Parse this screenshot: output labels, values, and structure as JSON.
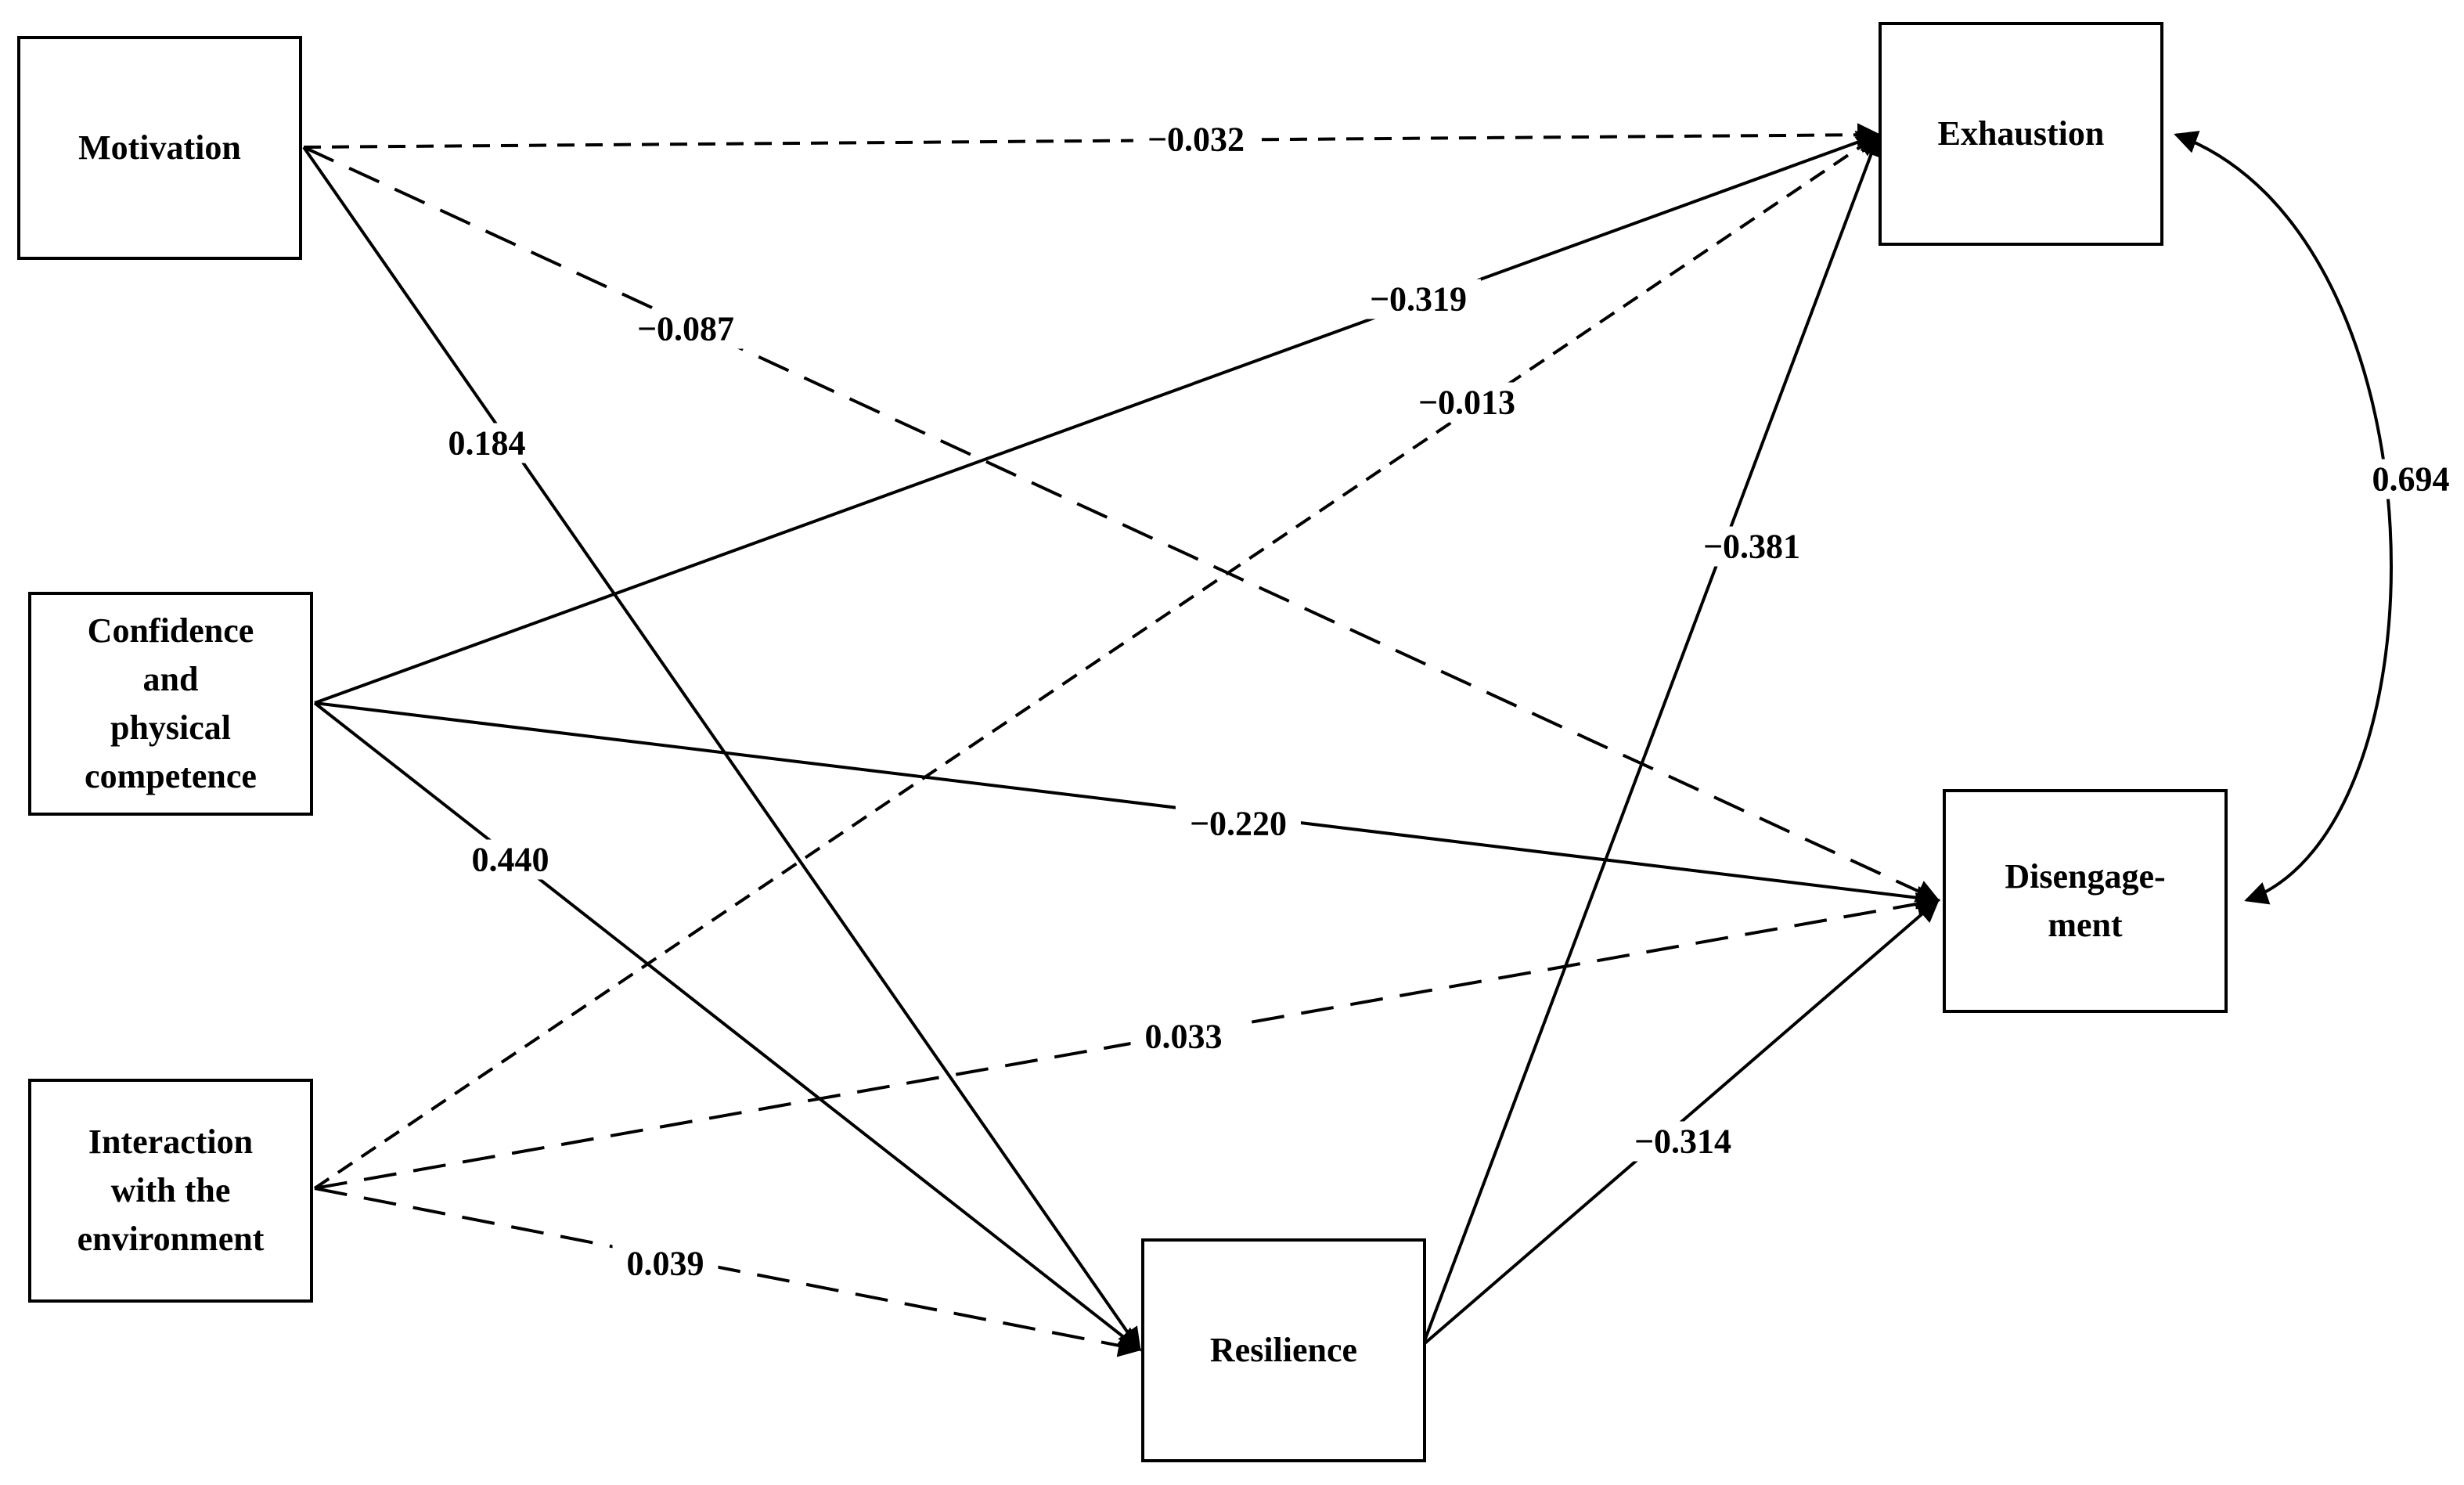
{
  "nodes": {
    "motivation": {
      "label": "Motivation"
    },
    "confidence": {
      "label": "Confidence\nand\nphysical\ncompetence"
    },
    "interaction": {
      "label": "Interaction\nwith the\nenvironment"
    },
    "resilience": {
      "label": "Resilience"
    },
    "exhaustion": {
      "label": "Exhaustion"
    },
    "disengagement": {
      "label": "Disengage-\nment"
    }
  },
  "paths": [
    {
      "from": "Motivation",
      "to": "Exhaustion",
      "coefficient": "−0.032",
      "line_style": "dashed"
    },
    {
      "from": "Motivation",
      "to": "Disengagement",
      "coefficient": "−0.087",
      "line_style": "dashed"
    },
    {
      "from": "Motivation",
      "to": "Resilience",
      "coefficient": "0.184",
      "line_style": "solid"
    },
    {
      "from": "Confidence and physical competence",
      "to": "Exhaustion",
      "coefficient": "−0.319",
      "line_style": "solid"
    },
    {
      "from": "Confidence and physical competence",
      "to": "Disengagement",
      "coefficient": "−0.220",
      "line_style": "solid"
    },
    {
      "from": "Confidence and physical competence",
      "to": "Resilience",
      "coefficient": "0.440",
      "line_style": "solid"
    },
    {
      "from": "Interaction with the environment",
      "to": "Exhaustion",
      "coefficient": "−0.013",
      "line_style": "dashed"
    },
    {
      "from": "Interaction with the environment",
      "to": "Disengagement",
      "coefficient": "0.033",
      "line_style": "dashed"
    },
    {
      "from": "Interaction with the environment",
      "to": "Resilience",
      "coefficient": "0.039",
      "line_style": "dashed"
    },
    {
      "from": "Resilience",
      "to": "Exhaustion",
      "coefficient": "−0.381",
      "line_style": "solid"
    },
    {
      "from": "Resilience",
      "to": "Disengagement",
      "coefficient": "−0.314",
      "line_style": "solid"
    },
    {
      "from": "Exhaustion",
      "to": "Disengagement",
      "coefficient": "0.694",
      "line_style": "solid",
      "bidirectional": true
    }
  ]
}
